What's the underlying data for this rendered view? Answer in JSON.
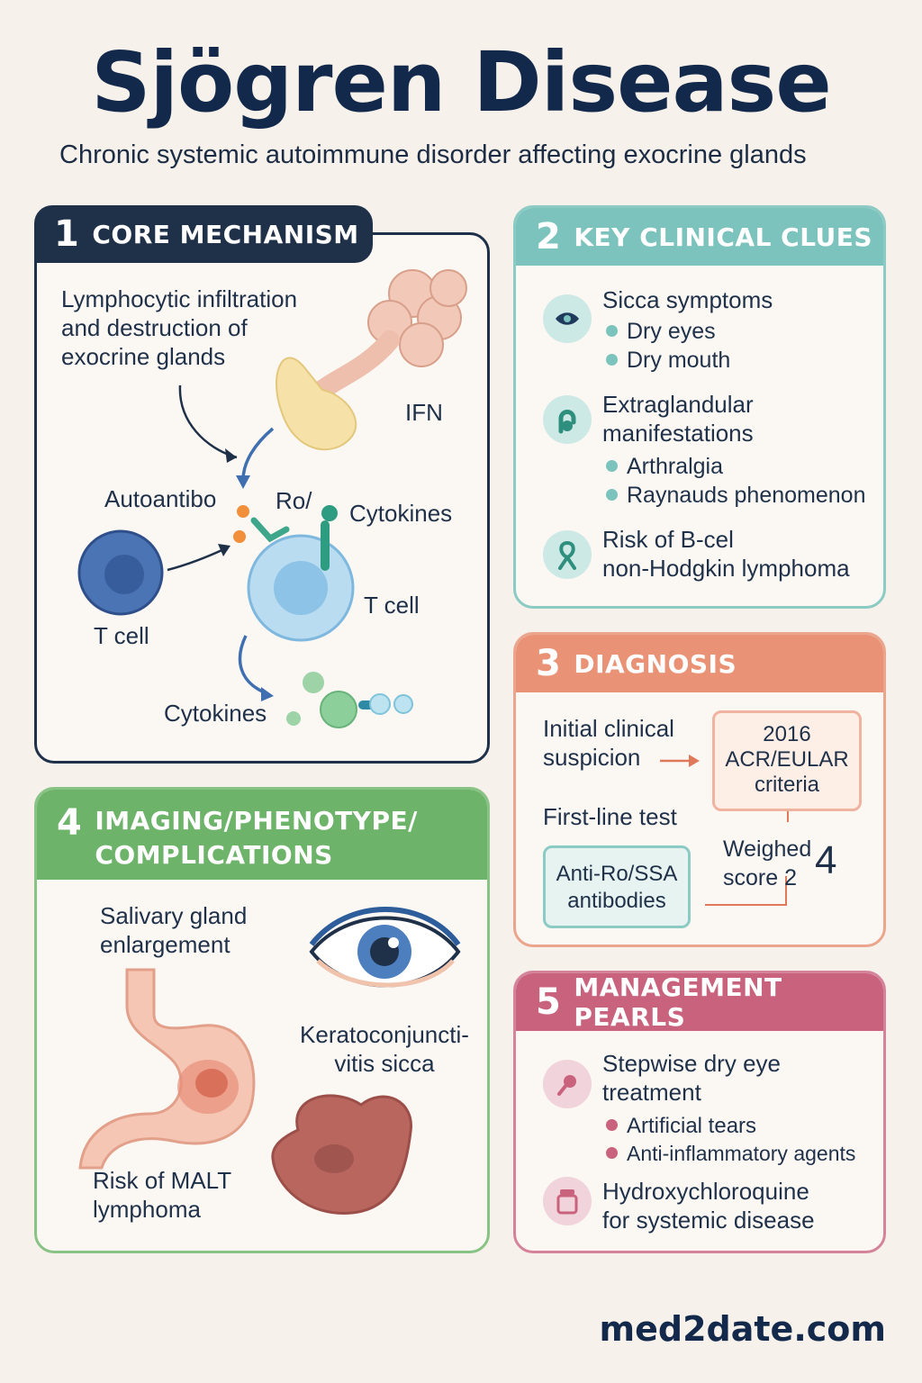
{
  "title": "Sjögren Disease",
  "subtitle": "Chronic systemic autoimmune  disorder affecting exocrine glands",
  "colors": {
    "navy": "#1f3049",
    "teal": "#7cc3bd",
    "coral": "#e99276",
    "green": "#6db36a",
    "rose": "#c9627c"
  },
  "sections": {
    "core": {
      "num": "1",
      "title": "CORE MECHANISM",
      "desc": [
        "Lymphocytic infiltration",
        "and destruction of",
        "exocrine glands"
      ],
      "ifn": "IFN",
      "autoantibo": "Autoantibo",
      "ro": "Ro/",
      "cytokines_top": "Cytokines",
      "tcell_left": "T cell",
      "tcell_right": "T cell",
      "cytokines_bottom": "Cytokines"
    },
    "clues": {
      "num": "2",
      "title": "KEY CLINICAL CLUES",
      "sicca": "Sicca symptoms",
      "sicca_items": [
        "Dry eyes",
        "Dry mouth"
      ],
      "extra": [
        "Extraglandular",
        "manifestations"
      ],
      "extra_items": [
        "Arthralgia",
        "Raynauds phenomenon"
      ],
      "risk": [
        "Risk of B-cel",
        "non-Hodgkin lymphoma"
      ],
      "icons": [
        "eye-icon",
        "joint-icon",
        "ribbon-icon"
      ]
    },
    "diagnosis": {
      "num": "3",
      "title": "DIAGNOSIS",
      "initial": [
        "Initial clinical",
        "suspicion"
      ],
      "criteria": [
        "2016",
        "ACR/EULAR",
        "criteria"
      ],
      "first_line": "First-line test",
      "antibody": [
        "Anti-Ro/SSA",
        "antibodies"
      ],
      "weighed": [
        "Weighed",
        "score"
      ],
      "score_small": "2",
      "score_big": "4"
    },
    "imaging": {
      "num": "4",
      "title": [
        "IMAGING/PHENOTYPE/",
        "COMPLICATIONS"
      ],
      "salivary": [
        "Salivary gland",
        "enlargement"
      ],
      "kerato": [
        "Keratoconjuncti-",
        "vitis sicca"
      ],
      "malt": [
        "Risk of MALT",
        "lymphoma"
      ]
    },
    "management": {
      "num": "5",
      "title": "MANAGEMENT PEARLS",
      "stepwise": [
        "Stepwise dry eye",
        "treatment"
      ],
      "stepwise_items": [
        "Artificial tears",
        "Anti-inflammatory agents"
      ],
      "hcq": [
        "Hydroxychloroquine",
        "for systemic disease"
      ],
      "icons": [
        "dropper-icon",
        "pill-bottle-icon"
      ]
    }
  },
  "brand": "med2date.com"
}
